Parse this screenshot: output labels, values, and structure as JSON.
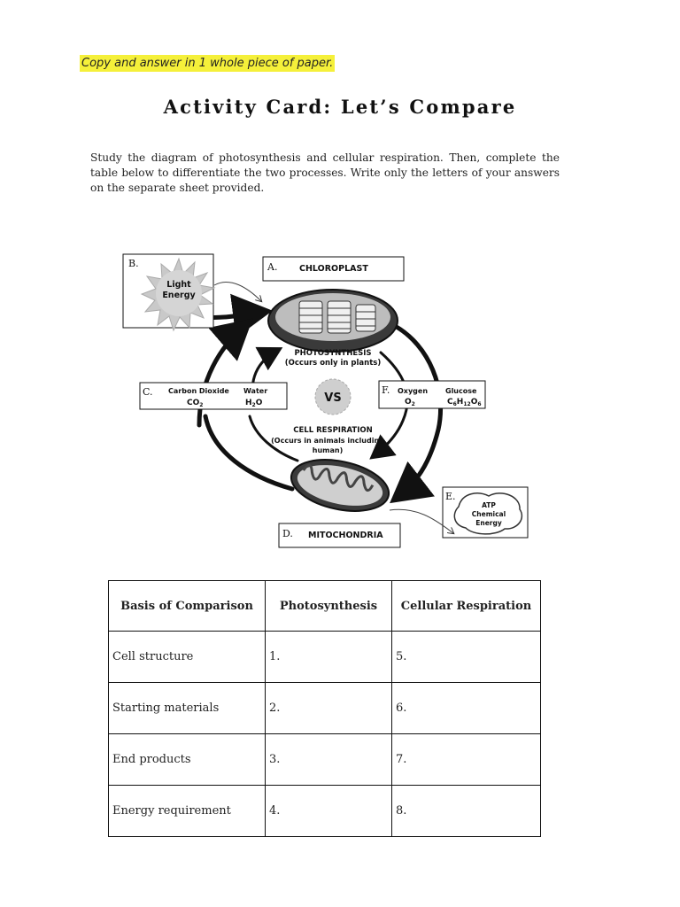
{
  "note": "Copy and answer in 1 whole piece of paper.",
  "title": "Activity Card: Let’s Compare",
  "instructions": "Study the diagram of photosynthesis and cellular respiration. Then, complete the table below to differentiate the two processes. Write only the letters of your answers on the separate sheet provided.",
  "diagram": {
    "box_a": {
      "letter": "A.",
      "label": "CHLOROPLAST"
    },
    "box_b": {
      "letter": "B.",
      "label_line1": "Light",
      "label_line2": "Energy"
    },
    "box_c": {
      "letter": "C.",
      "item1": "Carbon Dioxide",
      "item1_formula": "CO",
      "item1_sub": "2",
      "item2": "Water",
      "item2_formula_a": "H",
      "item2_sub": "2",
      "item2_formula_b": "O"
    },
    "box_d": {
      "letter": "D.",
      "label": "MITOCHONDRIA"
    },
    "box_e": {
      "letter": "E.",
      "line1": "ATP",
      "line2": "Chemical",
      "line3": "Energy"
    },
    "box_f": {
      "letter": "F.",
      "item1": "Oxygen",
      "item1_formula": "O",
      "item1_sub": "2",
      "item2": "Glucose",
      "item2_c": "C",
      "item2_s1": "6",
      "item2_h": "H",
      "item2_s2": "12",
      "item2_o": "O",
      "item2_s3": "6"
    },
    "photosynthesis": "PHOTOSYNTHESIS",
    "photosynthesis_note": "(Occurs only in plants)",
    "vs": "VS",
    "cell_respiration": "CELL RESPIRATION",
    "cell_respiration_note1": "(Occurs in animals including",
    "cell_respiration_note2": "human)"
  },
  "table": {
    "headers": [
      "Basis of Comparison",
      "Photosynthesis",
      "Cellular Respiration"
    ],
    "rows": [
      [
        "Cell structure",
        "1.",
        "5."
      ],
      [
        "Starting materials",
        "2.",
        "6."
      ],
      [
        "End products",
        "3.",
        "7."
      ],
      [
        "Energy requirement",
        "4.",
        "8."
      ]
    ]
  }
}
